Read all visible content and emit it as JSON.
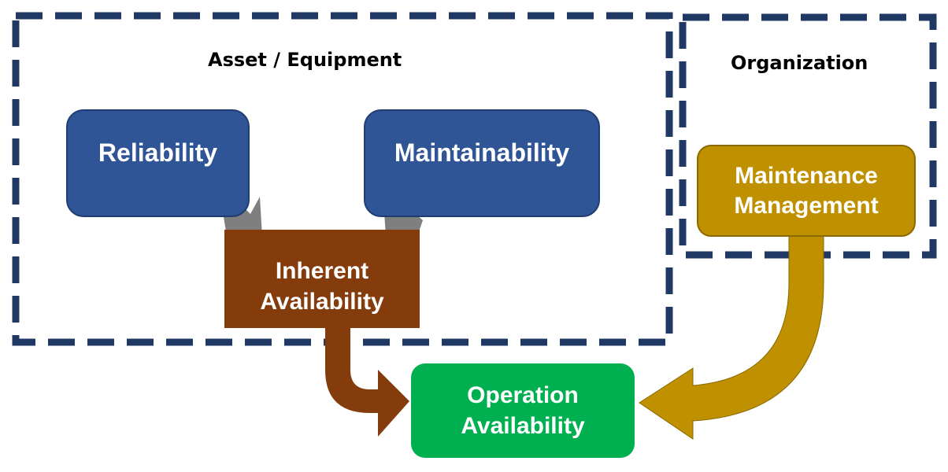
{
  "groups": {
    "asset": {
      "title": "Asset / Equipment"
    },
    "organization": {
      "title": "Organization"
    }
  },
  "nodes": {
    "reliability": {
      "label": "Reliability",
      "color": "#2f5597"
    },
    "maintainability": {
      "label": "Maintainability",
      "color": "#2f5597"
    },
    "inherent": {
      "line1": "Inherent",
      "line2": "Availability",
      "color": "#843c0c"
    },
    "maintenance": {
      "line1": "Maintenance",
      "line2": "Management",
      "color": "#bf9000"
    },
    "operation": {
      "line1": "Operation",
      "line2": "Availability",
      "color": "#00b050"
    }
  },
  "colors": {
    "dash": "#1f3864",
    "connector": "#7f7f7f"
  }
}
